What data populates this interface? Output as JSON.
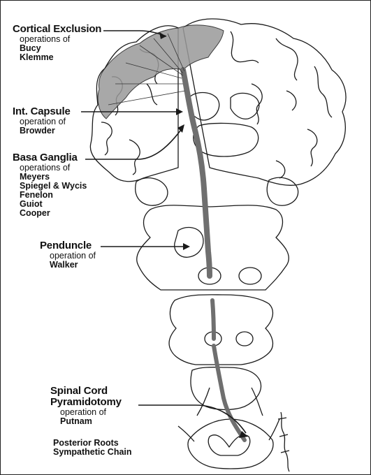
{
  "labels": {
    "cortical": {
      "title": "Cortical Exclusion",
      "lines": [
        "operations of",
        "Bucy",
        "Klemme"
      ]
    },
    "capsule": {
      "title": "Int. Capsule",
      "lines": [
        "operation of",
        "Browder"
      ]
    },
    "basal": {
      "title": "Basa Ganglia",
      "lines": [
        "operations of",
        "Meyers",
        "Spiegel & Wycis",
        "Fenelon",
        "Guiot",
        "Cooper"
      ]
    },
    "peduncle": {
      "title": "Penduncle",
      "lines": [
        "operation of",
        "Walker"
      ]
    },
    "spinal": {
      "title": "Spinal Cord",
      "title2": "Pyramidotomy",
      "lines": [
        "operation of",
        "Putnam"
      ]
    },
    "posterior": {
      "line1": "Posterior Roots",
      "line2": "Sympathetic Chain"
    }
  },
  "colors": {
    "ink": "#1a1a1a",
    "shade": "#9a9a9a",
    "tract": "#6f6f6f",
    "paper": "#ffffff"
  }
}
